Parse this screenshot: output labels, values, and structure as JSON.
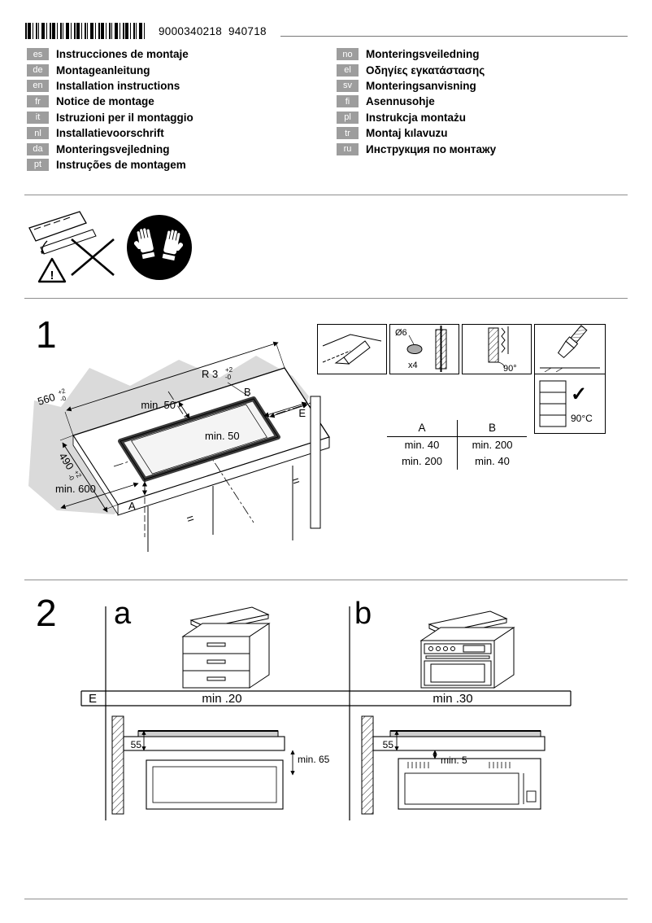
{
  "header": {
    "barcode_number": "9000340218",
    "date_code": "940718"
  },
  "languages_left": [
    {
      "code": "es",
      "title": "Instrucciones de montaje"
    },
    {
      "code": "de",
      "title": "Montageanleitung"
    },
    {
      "code": "en",
      "title": "Installation instructions"
    },
    {
      "code": "fr",
      "title": "Notice de montage"
    },
    {
      "code": "it",
      "title": "Istruzioni per il montaggio"
    },
    {
      "code": "nl",
      "title": "Installatievoorschrift"
    },
    {
      "code": "da",
      "title": "Monteringsvejledning"
    },
    {
      "code": "pt",
      "title": "Instruções de montagem"
    }
  ],
  "languages_right": [
    {
      "code": "no",
      "title": "Monteringsveiledning"
    },
    {
      "code": "el",
      "title": "Οδηγίες εγκατάστασης"
    },
    {
      "code": "sv",
      "title": "Monteringsanvisning"
    },
    {
      "code": "fi",
      "title": "Asennusohje"
    },
    {
      "code": "pl",
      "title": "Instrukcja montażu"
    },
    {
      "code": "tr",
      "title": "Montaj kılavuzu"
    },
    {
      "code": "ru",
      "title": "Инструкция по монтажу"
    }
  ],
  "warning": {
    "exclamation": "!"
  },
  "step1": {
    "number": "1",
    "radius_label": "R 3",
    "radius_tol_plus": "+2",
    "radius_tol_minus": "-0",
    "width_label": "560",
    "width_tol_plus": "+2",
    "width_tol_minus": "-0",
    "depth_label": "490",
    "depth_tol_plus": "+2",
    "depth_tol_minus": "-0",
    "min50_top": "min. 50",
    "min50_side": "min. 50",
    "min600": "min. 600",
    "dim_a": "A",
    "dim_b": "B",
    "dim_e": "E",
    "equal_1": "=",
    "equal_2": "=",
    "drill_diameter": "Ø6",
    "drill_count": "x4",
    "saw_angle": "90°",
    "checkmark": "✓",
    "glue_temp": "90°C",
    "table": {
      "col_a": "A",
      "col_b": "B",
      "rows": [
        [
          "min. 40",
          "min. 200"
        ],
        [
          "min. 200",
          "min. 40"
        ]
      ]
    }
  },
  "step2": {
    "number": "2",
    "variant_a": "a",
    "variant_b": "b",
    "dim_e": "E",
    "clearance_a": "min .20",
    "clearance_b": "min .30",
    "thickness_a": "55",
    "thickness_b": "55",
    "gap_a": "min. 65",
    "gap_b": "min. 5"
  }
}
